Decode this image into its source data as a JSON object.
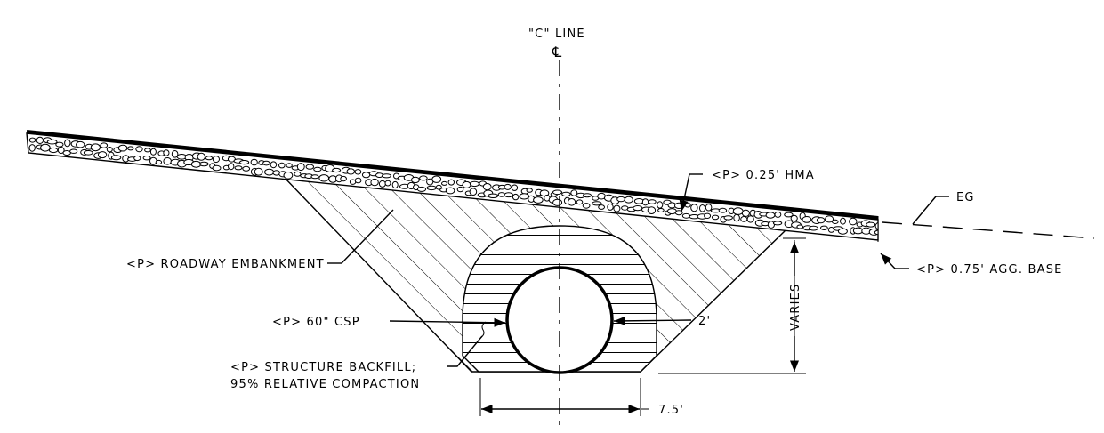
{
  "centerline": {
    "label": "\"C\" LINE",
    "symbol": "℄"
  },
  "callouts": {
    "hma": "<P> 0.25' HMA",
    "eg": "EG",
    "agg_base": "<P> 0.75' AGG. BASE",
    "embankment": "<P> ROADWAY EMBANKMENT",
    "pipe": "<P> 60\" CSP",
    "backfill_line1": "<P> STRUCTURE BACKFILL;",
    "backfill_line2": "95% RELATIVE COMPACTION"
  },
  "dimensions": {
    "clearance": "2'",
    "height": "VARIES",
    "trench_width": "7.5'"
  },
  "colors": {
    "line": "#000000",
    "background": "#ffffff"
  }
}
